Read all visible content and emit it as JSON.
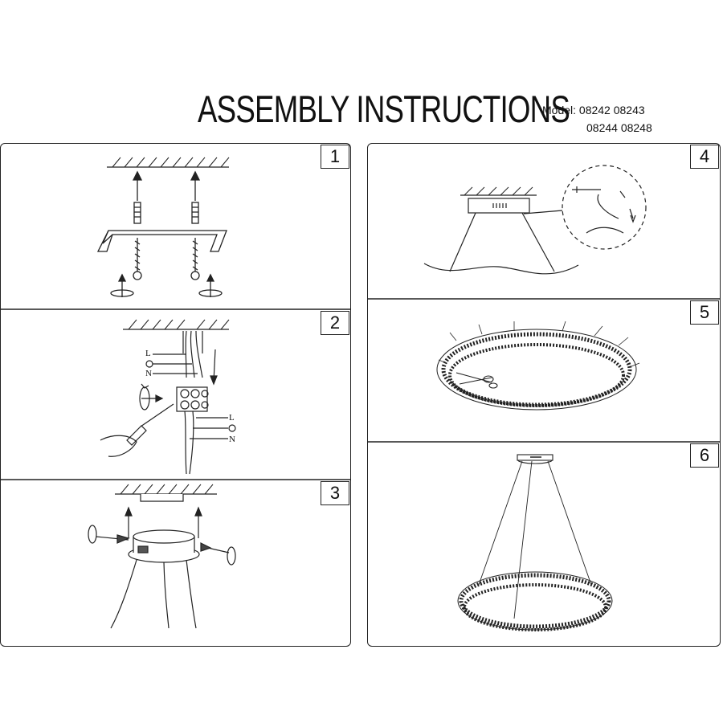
{
  "header": {
    "title": "ASSEMBLY INSTRUCTIONS",
    "model_line1": "Model:  08242  08243",
    "model_line2": "08244  08248"
  },
  "steps": [
    {
      "number": "1"
    },
    {
      "number": "2",
      "labels": {
        "l_top": "L",
        "n_top": "N",
        "l_bottom": "L",
        "n_bottom": "N"
      }
    },
    {
      "number": "3"
    },
    {
      "number": "4"
    },
    {
      "number": "5"
    },
    {
      "number": "6"
    }
  ]
}
